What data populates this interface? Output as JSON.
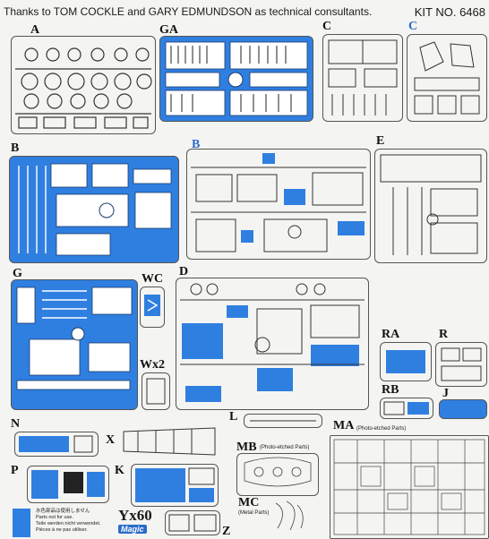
{
  "header": {
    "credits": "Thanks to TOM COCKLE and GARY EDMUNDSON as technical consultants.",
    "kit_no": "KIT NO. 6468"
  },
  "sprues": {
    "A": "A",
    "GA": "GA",
    "C": "C",
    "C2": "C",
    "B": "B",
    "B2": "B",
    "E": "E",
    "G": "G",
    "WC": "WC",
    "Wx2": "Wx2",
    "D": "D",
    "RA": "RA",
    "R": "R",
    "RB": "RB",
    "J": "J",
    "N": "N",
    "X": "X",
    "L": "L",
    "MA": "MA",
    "MB": "MB",
    "MC": "MC",
    "P": "P",
    "K": "K",
    "Z": "Z"
  },
  "subtitles": {
    "ma": "(Photo-etched Parts)",
    "mb": "(Photo-etched Parts)",
    "mc": "(Metal Parts)"
  },
  "yx60": "Yx60",
  "legend": {
    "jp": "水色部品は使用しません",
    "en1": "Parts not for use.",
    "de": "Teile werden nicht verwendet.",
    "fr": "Pièces à ne pas utiliser."
  },
  "logo": "Magic",
  "colors": {
    "unused": "#2f7fe0",
    "frame": "#555555"
  }
}
